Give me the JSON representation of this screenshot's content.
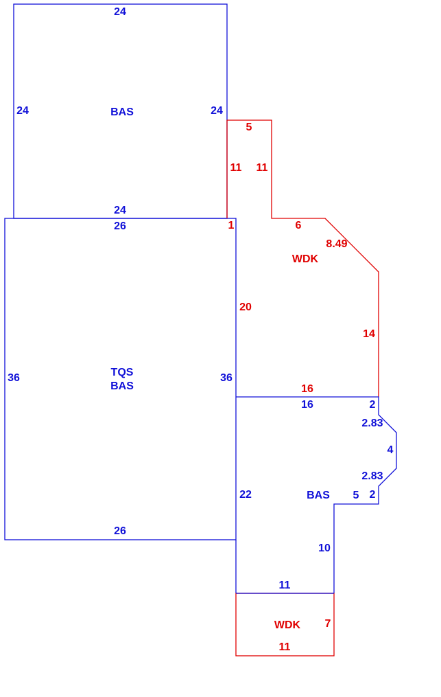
{
  "colors": {
    "bas": "#1010d8",
    "wdk": "#e00000"
  },
  "areas": {
    "bas_top": {
      "label": "BAS",
      "dims": {
        "top": "24",
        "left": "24",
        "right": "24",
        "bottom": "24"
      }
    },
    "tqs": {
      "label1": "TQS",
      "label2": "BAS",
      "dims": {
        "top": "26",
        "left": "36",
        "right": "36",
        "bottom": "26"
      }
    },
    "wdk_upper": {
      "label": "WDK",
      "dims": {
        "top": "5",
        "left": "11",
        "right": "11",
        "step": "1",
        "ledge": "6",
        "diag": "8.49",
        "side": "14",
        "inner": "20",
        "bottom": "16"
      }
    },
    "bas_right": {
      "label": "BAS",
      "dims": {
        "top": "16",
        "a": "2",
        "diag1": "2.83",
        "b": "4",
        "diag2": "2.83",
        "c": "2",
        "d": "5",
        "e": "10",
        "left": "22",
        "bottom": "11"
      }
    },
    "wdk_lower": {
      "label": "WDK",
      "dims": {
        "right": "7",
        "bottom": "11"
      }
    }
  }
}
